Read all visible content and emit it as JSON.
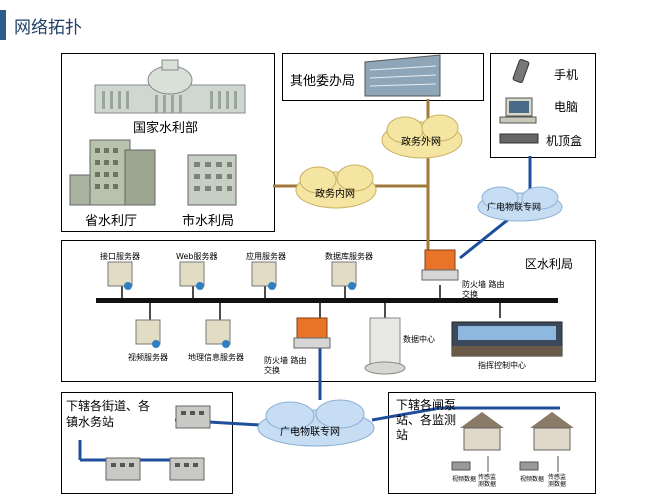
{
  "page": {
    "title": "网络拓扑"
  },
  "top_left": {
    "national": "国家水利部",
    "provincial": "省水利厅",
    "city": "市水利局"
  },
  "top_mid": {
    "other_offices": "其他委办局",
    "gov_external": "政务外网",
    "gov_internal": "政务内网"
  },
  "top_right": {
    "phone": "手机",
    "computer": "电脑",
    "settop": "机顶盒",
    "cable_net": "广电物联专网"
  },
  "district": {
    "title": "区水利局",
    "interface_server": "接口服务器",
    "web_server": "Web服务器",
    "app_server": "应用服务器",
    "db_server": "数据库服务器",
    "firewall_top": "防火墙 路由交换",
    "video_server": "视频服务器",
    "gis_server": "地理信息服务器",
    "firewall_mid": "防火墙 路由交换",
    "data_center": "数据中心",
    "command_center": "指挥控制中心"
  },
  "bottom": {
    "cable_net": "广电物联专网",
    "streets": "下辖各街道、各镇水务站",
    "stations": "下辖各闸泵站、各监测站",
    "video_data": "视频数据",
    "sensor_data": "传感监测数据"
  }
}
